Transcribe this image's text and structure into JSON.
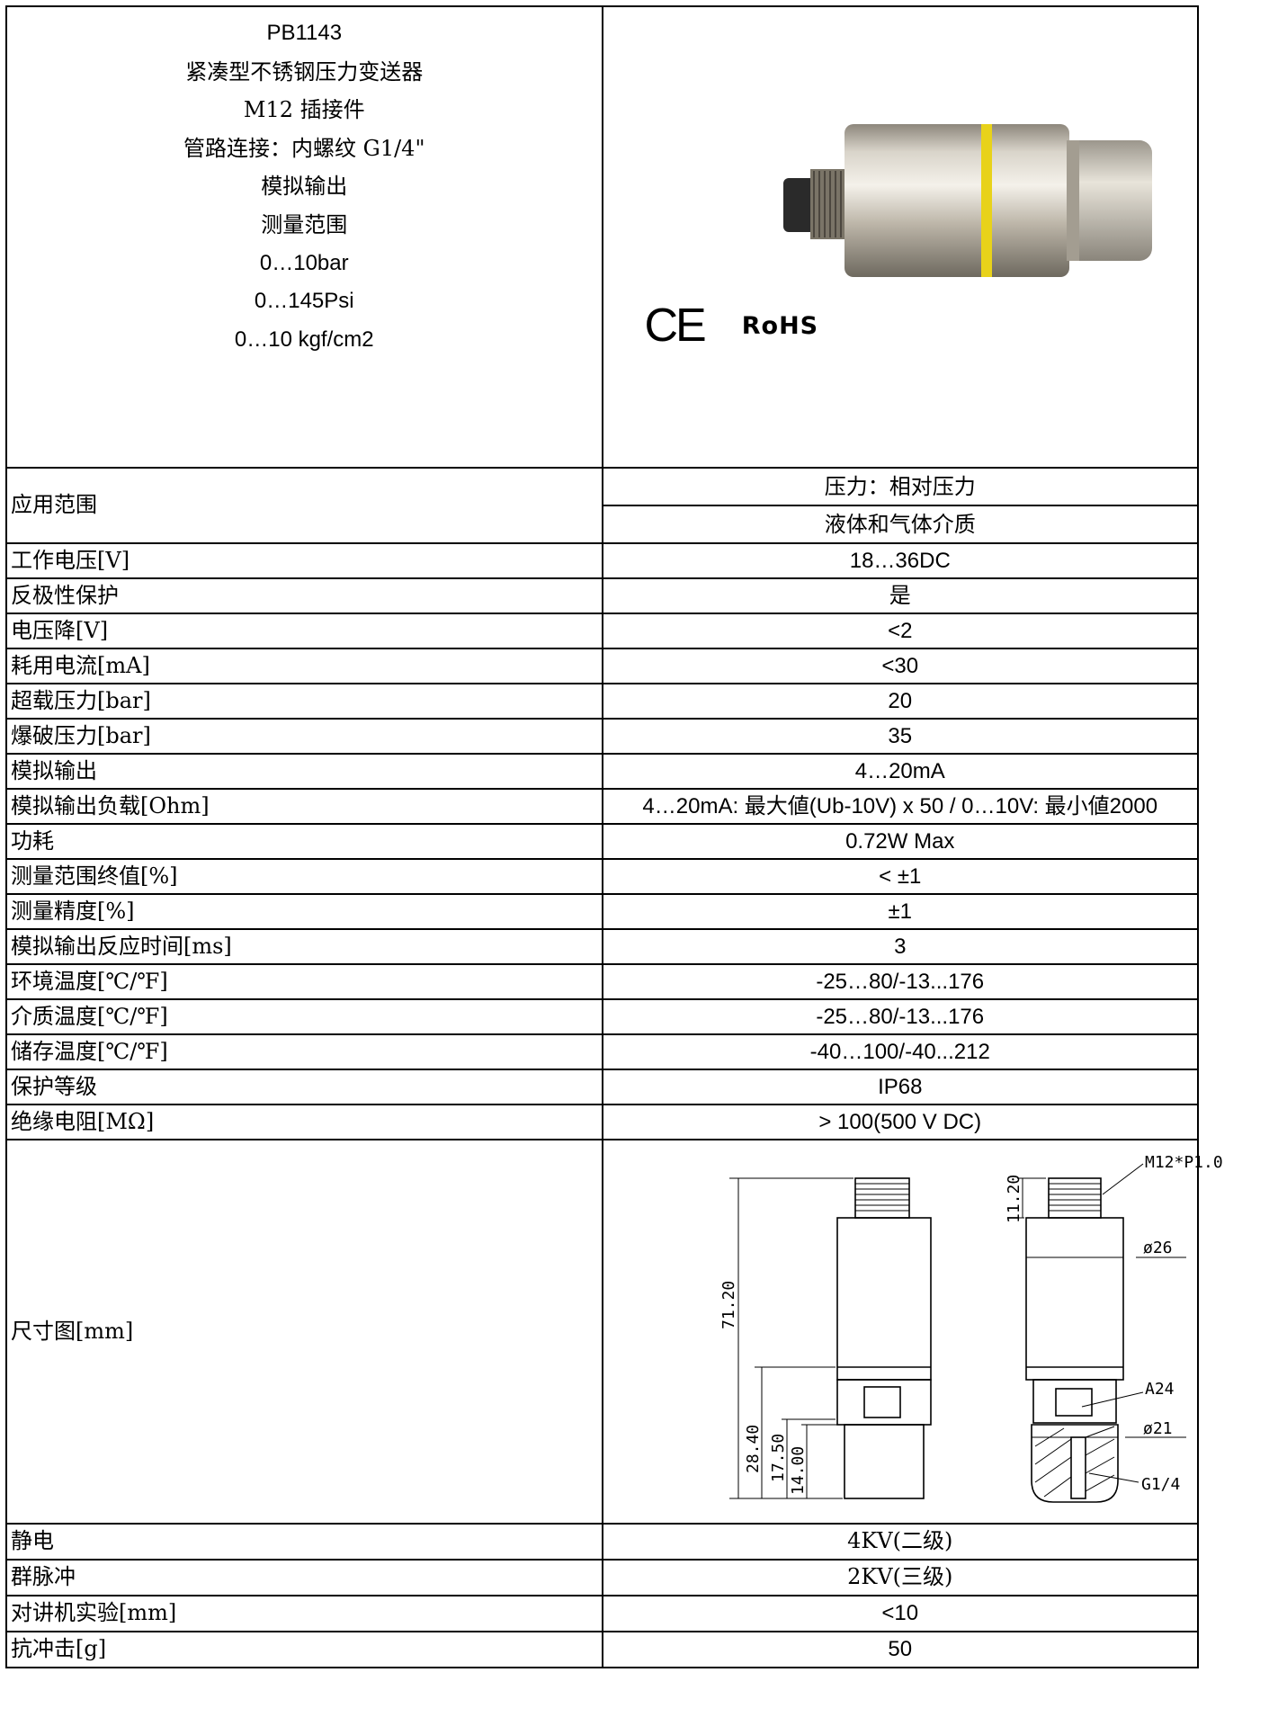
{
  "header": {
    "model": "PB1143",
    "name": "紧凑型不锈钢压力变送器",
    "connector": "M12  插接件",
    "pipe": "管路连接：内螺纹 G1/4\"",
    "output": "模拟输出",
    "range_label": "测量范围",
    "range_bar": "0…10bar",
    "range_psi": "0…145Psi",
    "range_kgf": "0…10 kgf/cm2",
    "cert_ce": "CE",
    "cert_rohs": "RoHS"
  },
  "application": {
    "label": "应用范围",
    "value1": "压力：相对压力",
    "value2": "液体和气体介质"
  },
  "rows_a": [
    {
      "label": "工作电压[V]",
      "value": "18…36DC"
    },
    {
      "label": "反极性保护",
      "value": "是"
    },
    {
      "label": "电压降[V]",
      "value": "<2"
    },
    {
      "label": "耗用电流[mA]",
      "value": "<30"
    },
    {
      "label": "超载压力[bar]",
      "value": "20"
    },
    {
      "label": "爆破压力[bar]",
      "value": "35"
    },
    {
      "label": "模拟输出",
      "value": "4…20mA"
    },
    {
      "label": "模拟输出负载[Ohm]",
      "value": "4…20mA: 最大値(Ub-10V) x 50 / 0…10V: 最小値2000"
    },
    {
      "label": "功耗",
      "value": "0.72W   Max"
    },
    {
      "label": "测量范围终值[%]",
      "value": "< ±1"
    },
    {
      "label": "测量精度[%]",
      "value": "±1"
    },
    {
      "label": "模拟输出反应时间[ms]",
      "value": "3"
    },
    {
      "label": "环境温度[℃/℉]",
      "value": "-25…80/-13...176"
    },
    {
      "label": "介质温度[℃/℉]",
      "value": "-25…80/-13...176"
    },
    {
      "label": "储存温度[℃/℉]",
      "value": "-40…100/-40...212"
    },
    {
      "label": "保护等级",
      "value": "IP68"
    },
    {
      "label": "绝缘电阻[MΩ]",
      "value": "> 100(500 V DC)"
    }
  ],
  "drawing": {
    "label": "尺寸图[mm]",
    "thread": "M12*P1.0",
    "d26": "ø26",
    "a24": "A24",
    "d21": "ø21",
    "g14": "G1/4",
    "h7120": "71.20",
    "h1120": "11.20",
    "h2840": "28.40",
    "h1750": "17.50",
    "h1400": "14.00"
  },
  "rows_b": [
    {
      "label": "静电",
      "value": "4KV(二级)"
    },
    {
      "label": "群脉冲",
      "value": "2KV(三级)"
    },
    {
      "label": "对讲机实验[mm]",
      "value": "<10"
    },
    {
      "label": "抗冲击[g]",
      "value": "50"
    }
  ],
  "colors": {
    "steel": "#b9b3a8",
    "band": "#e8d21a"
  }
}
